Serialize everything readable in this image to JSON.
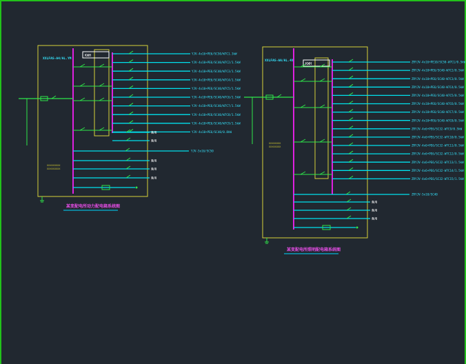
{
  "viewport": {
    "background": "#212830",
    "frame_color": "#22c11a"
  },
  "colors": {
    "panel_border": "#d8d23a",
    "busbar": "#e020e0",
    "feeder_line": "#00e2ee",
    "switch_green": "#2ee84a",
    "label_cyan": "#35e6ff",
    "title_magenta": "#e04ce0",
    "title_underline": "#00d8ff",
    "note_yellow": "#d0c830"
  },
  "panels": [
    {
      "header_label": "XXLFAS-A4/AL.YM",
      "meter_label": "KWH",
      "side_note": [
        "XXXXXXXXX",
        "XXXXXXXXX"
      ],
      "title": "某变配电所动力配电箱系统图",
      "circuits": [
        {
          "type": "meter",
          "label": "YJV-4x16+PE6/SC50/W7C1.3kW"
        },
        {
          "type": "meter",
          "label": "YJV-4x10+PE6/SC40/W7C2/1.5kW"
        },
        {
          "type": "meter",
          "label": "YJV-4x10+PE6/SC40/W7C3/1.5kW"
        },
        {
          "type": "meter",
          "label": "YJV-4x10+PE6/SC40/W7C4/1.5kW"
        },
        {
          "type": "meter",
          "label": "YJV-4x10+PE6/SC40/W7C5/1.5kW"
        },
        {
          "type": "meter",
          "label": "YJV-4x10+PE6/SC40/W7C6/1.5kW"
        },
        {
          "type": "meter",
          "label": "YJV-4x10+PE6/SC40/W7C7/1.5kW"
        },
        {
          "type": "meter",
          "label": "YJV-4x10+PE6/SC40/W7C8/1.5kW"
        },
        {
          "type": "meter",
          "label": "YJV-4x10+PE6/SC40/W7C9/1.5kW"
        },
        {
          "type": "meter",
          "label": "YJV-4x10+PE6/SC40/0.8kW"
        },
        {
          "type": "spare",
          "label": "备用"
        },
        {
          "type": "spare",
          "label": "备用"
        },
        {
          "type": "long",
          "label": "YJV-5x16/SC50"
        },
        {
          "type": "spare",
          "label": "备用"
        },
        {
          "type": "spare",
          "label": "备用"
        },
        {
          "type": "spare",
          "label": "备用"
        }
      ]
    },
    {
      "header_label": "XXLFAS-AA/AL.4X",
      "meter_label": "KWH",
      "side_note": [
        "XXXXXXXX",
        "XXXXXXXX"
      ],
      "title": "某变配电所照明配电箱系统图",
      "circuits": [
        {
          "type": "meter",
          "label": "ZRYJV-4x16+PE10/SC50-W7C1/0.5kW"
        },
        {
          "type": "meter",
          "label": "ZRYJV-4x10+PE6/SC40-W7C2/0.5kW"
        },
        {
          "type": "meter",
          "label": "ZRYJV-4x10+PE6/SC40-W7C3/0.5kW"
        },
        {
          "type": "meter",
          "label": "ZRYJV-4x10+PE6/SC40-W7C4/0.5kW"
        },
        {
          "type": "meter",
          "label": "ZRYJV-4x10+PE6/SC40-W7C5/0.5kW"
        },
        {
          "type": "meter",
          "label": "ZRYJV-4x10+PE6/SC40-W7C6/0.5kW"
        },
        {
          "type": "meter",
          "label": "ZRYJV-4x10+PE6/SC40-W7C7/0.5kW"
        },
        {
          "type": "meter",
          "label": "ZRYJV-4x10+PE6/SC40-W7C8/0.5kW"
        },
        {
          "type": "meter",
          "label": "ZRYJV-4x6+PE6/SC32-W7C9/0.5kW"
        },
        {
          "type": "meter",
          "label": "ZRYJV-4x6+PE6/SC32-W7C10/0.5kW"
        },
        {
          "type": "meter",
          "label": "ZRYJV-4x6+PE6/SC32-W7C11/0.5kW"
        },
        {
          "type": "meter",
          "label": "ZRYJV-4x6+PE6/SC32-W7C12/0.5kW"
        },
        {
          "type": "meter",
          "label": "ZRYJV-4x6+PE6/SC32-W7C13/1.5kW"
        },
        {
          "type": "meter",
          "label": "ZRYJV-4x6+PE6/SC32-W7C14/1.5kW"
        },
        {
          "type": "meter",
          "label": "ZRYJV-4x6+PE6/SC32-W7C15/1.5kW"
        },
        {
          "type": "long",
          "label": "ZRYJV-5x10/SC40"
        },
        {
          "type": "spare",
          "label": "备用"
        },
        {
          "type": "spare",
          "label": "备用"
        },
        {
          "type": "spare",
          "label": "备用"
        }
      ]
    }
  ]
}
